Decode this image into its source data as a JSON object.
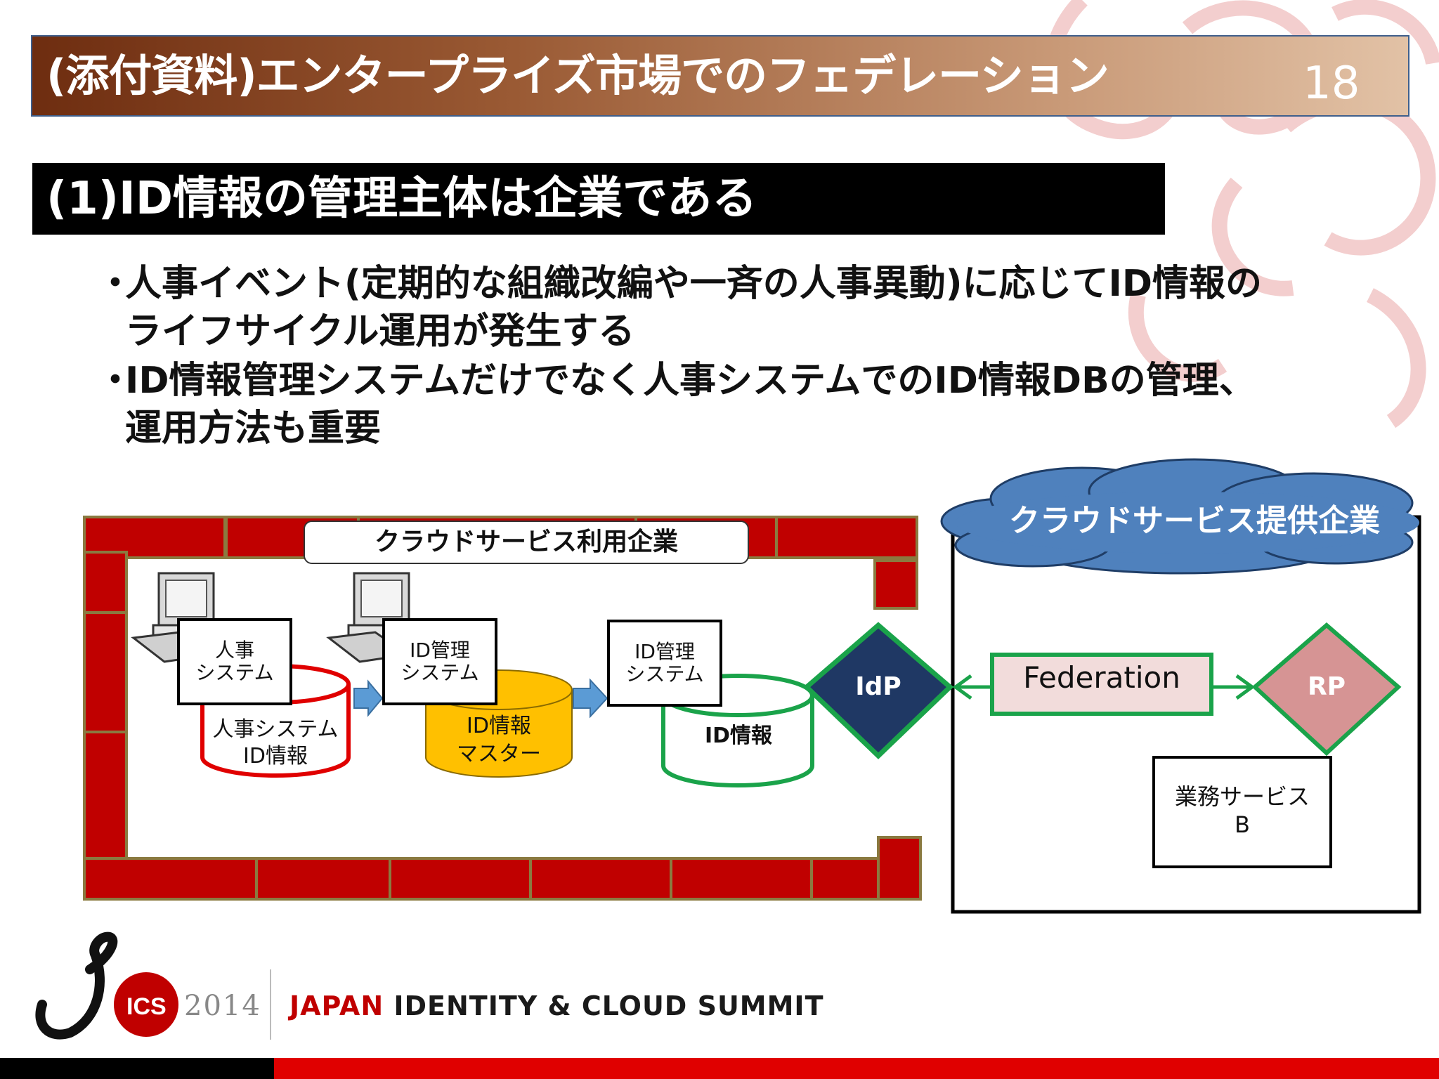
{
  "header": {
    "title": "(添付資料)エンタープライズ市場でのフェデレーション",
    "page_number": "18"
  },
  "subheading": "(1)ID情報の管理主体は企業である",
  "bullets": [
    {
      "marker": "・",
      "line1": "人事イベント(定期的な組織改編や一斉の人事異動)に応じてID情報の",
      "line2": "ライフサイクル運用が発生する"
    },
    {
      "marker": "・",
      "line1": "ID情報管理システムだけでなく人事システムでのID情報DBの管理、",
      "line2": "運用方法も重要"
    }
  ],
  "diagram": {
    "enterprise_banner": "クラウドサービス利用企業",
    "provider_label": "クラウドサービス提供企業",
    "hr_system": {
      "line1": "人事",
      "line2": "システム"
    },
    "hr_db": {
      "line1": "人事システム",
      "line2": "ID情報"
    },
    "idm_system_1": {
      "line1": "ID管理",
      "line2": "システム"
    },
    "id_master_db": {
      "line1": "ID情報",
      "line2": "マスター"
    },
    "idm_system_2": {
      "line1": "ID管理",
      "line2": "システム"
    },
    "id_db": "ID情報",
    "idp": "IdP",
    "federation": "Federation",
    "rp": "RP",
    "business_service": {
      "line1": "業務サービス",
      "line2": "B"
    },
    "colors": {
      "hr_db": "#e00000",
      "id_master": "#ffc000",
      "id_db": "#1aa34a",
      "idp": "#1f3864",
      "rp": "#d69494",
      "wall": "#c00000",
      "cloud": "#4f81bd",
      "arrow": "#5b9bd5"
    }
  },
  "footer": {
    "logo_text": "ICS",
    "year": "2014",
    "summit_red": "JAPAN",
    "summit_rest": " IDENTITY & CLOUD SUMMIT"
  }
}
